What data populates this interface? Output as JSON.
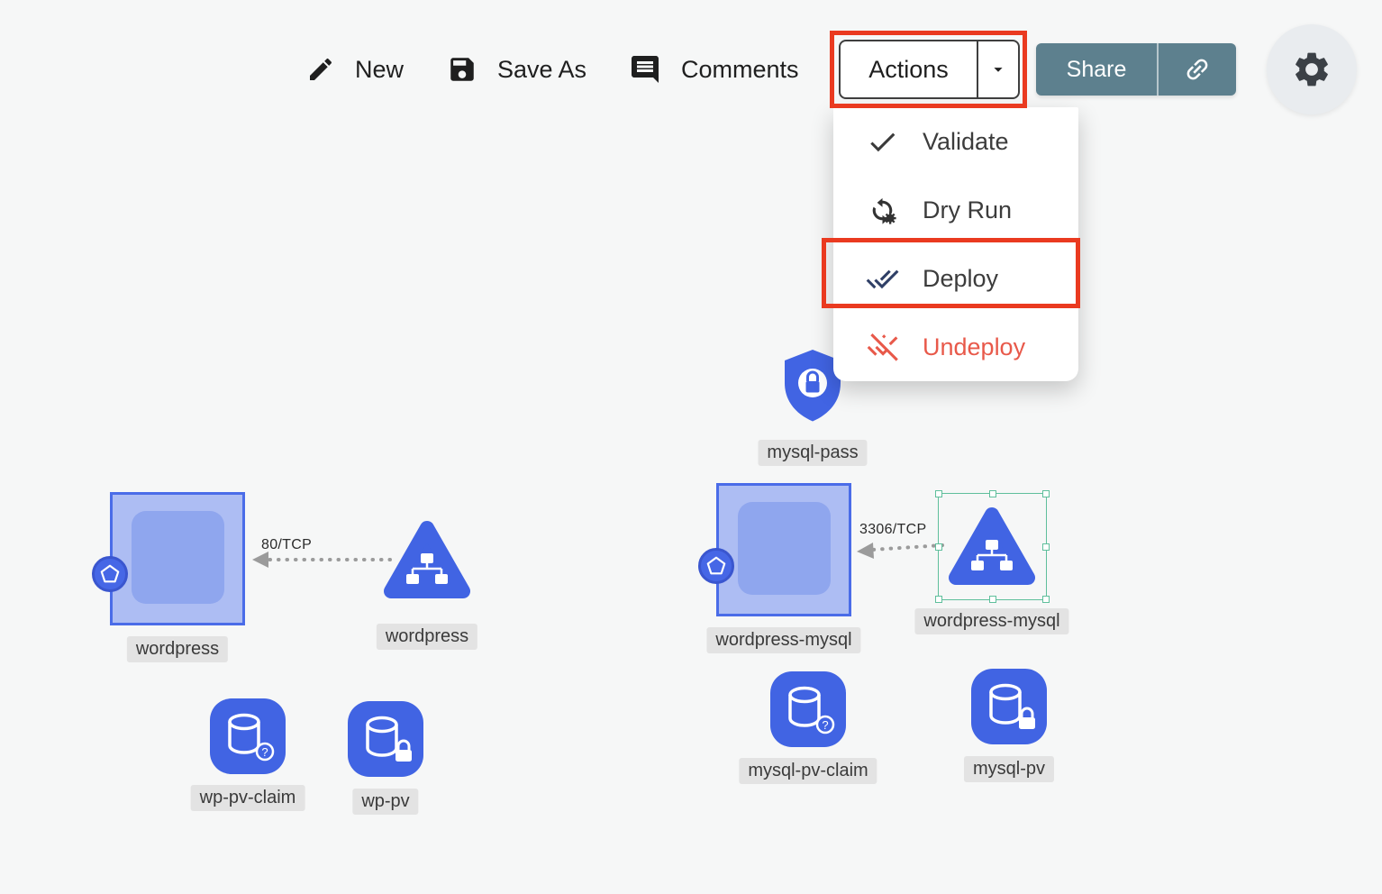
{
  "toolbar": {
    "new": "New",
    "save_as": "Save As",
    "comments": "Comments",
    "actions": "Actions",
    "share": "Share"
  },
  "actions_menu": {
    "validate": "Validate",
    "dry_run": "Dry Run",
    "deploy": "Deploy",
    "undeploy": "Undeploy"
  },
  "canvas": {
    "edges": [
      {
        "from": "wordpress-service",
        "to": "wordpress-deployment",
        "label": "80/TCP"
      },
      {
        "from": "wordpress-mysql-service",
        "to": "wordpress-mysql-deployment",
        "label": "3306/TCP"
      }
    ],
    "nodes": [
      {
        "id": "wordpress-deployment",
        "type": "deployment",
        "label": "wordpress"
      },
      {
        "id": "wordpress-service",
        "type": "service",
        "label": "wordpress"
      },
      {
        "id": "wp-pv-claim",
        "type": "persistent-volume-claim",
        "label": "wp-pv-claim"
      },
      {
        "id": "wp-pv",
        "type": "persistent-volume",
        "label": "wp-pv"
      },
      {
        "id": "mysql-pass",
        "type": "secret",
        "label": "mysql-pass"
      },
      {
        "id": "wordpress-mysql-deployment",
        "type": "deployment",
        "label": "wordpress-mysql"
      },
      {
        "id": "wordpress-mysql-service",
        "type": "service",
        "label": "wordpress-mysql",
        "selected": true
      },
      {
        "id": "mysql-pv-claim",
        "type": "persistent-volume-claim",
        "label": "mysql-pv-claim"
      },
      {
        "id": "mysql-pv",
        "type": "persistent-volume",
        "label": "mysql-pv"
      }
    ]
  },
  "annotations": {
    "highlighted_button": "Actions",
    "highlighted_menu_item": "Deploy",
    "highlight_color": "#ea3a20"
  },
  "colors": {
    "node_blue": "#4164e3",
    "deployment_fill": "#adbdf3",
    "deployment_border": "#4a6ce8",
    "share_button": "#5d808e",
    "undeploy_red": "#e8594a",
    "selection_teal": "#5fbf9c",
    "label_chip": "#e3e3e3"
  }
}
